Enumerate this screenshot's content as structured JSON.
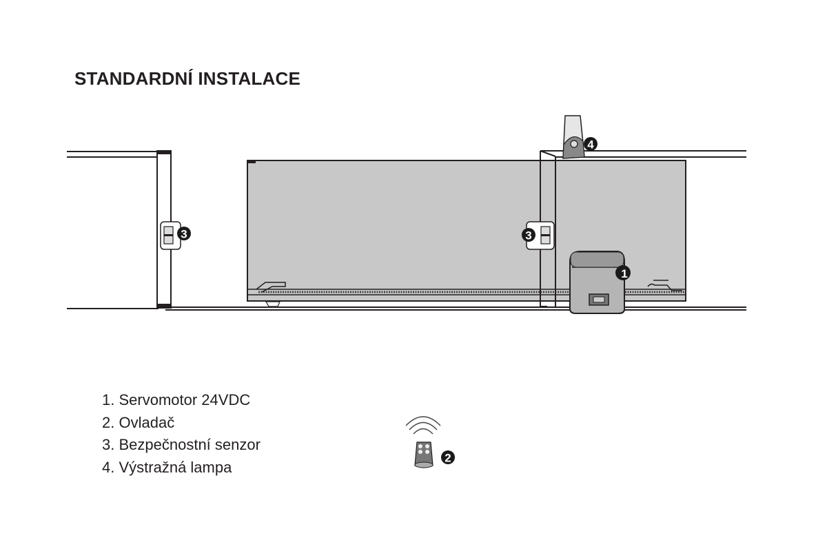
{
  "title": "STANDARDNÍ INSTALACE",
  "legend": [
    {
      "number": "1.",
      "label": "Servomotor 24VDC"
    },
    {
      "number": "2.",
      "label": "Ovladač"
    },
    {
      "number": "3.",
      "label": "Bezpečnostní senzor"
    },
    {
      "number": "4.",
      "label": "Výstražná lampa"
    }
  ],
  "badges": {
    "motor": "1",
    "remote": "2",
    "sensor_left": "3",
    "sensor_right": "3",
    "lamp": "4"
  },
  "colors": {
    "gate_fill": "#c8c8c8",
    "line": "#231f20",
    "badge": "#1a1a1a"
  }
}
